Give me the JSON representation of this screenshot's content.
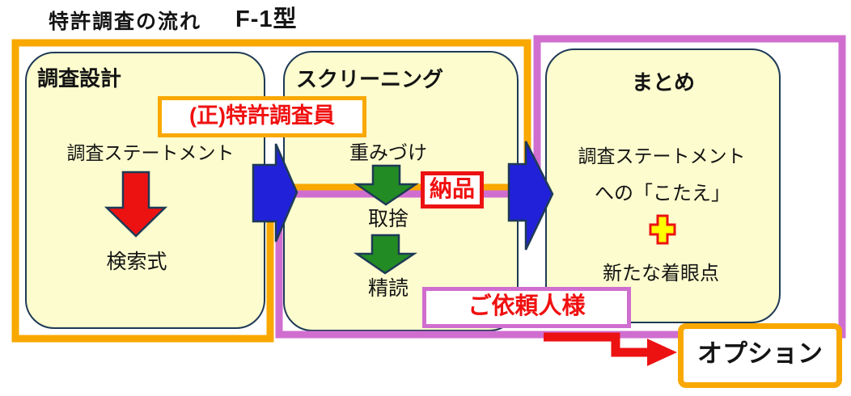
{
  "header": {
    "title": "特許調査の流れ",
    "type_label": "F-1型"
  },
  "boxes": {
    "design": {
      "title": "調査設計",
      "items": [
        "調査ステートメント",
        "検索式"
      ]
    },
    "screening": {
      "title": "スクリーニング",
      "items": [
        "重みづけ",
        "取捨",
        "精読"
      ]
    },
    "summary": {
      "title": "まとめ",
      "items": [
        "調査ステートメント",
        "への「こたえ」",
        "新たな着眼点"
      ]
    }
  },
  "labels": {
    "examiner": "(正)特許調査員",
    "delivery": "納品",
    "client": "ご依頼人様",
    "option": "オプション"
  },
  "icons": {
    "red_down_arrow": "down-arrow",
    "green_down_arrows": "down-arrow",
    "blue_flow_arrows": "right-arrow",
    "plus": "plus",
    "option_arrow": "elbow-right-arrow"
  },
  "colors": {
    "orange": "#F9A800",
    "pink": "#D06ED0",
    "blue": "#2121D9",
    "green": "#238B23",
    "red": "#EC1212",
    "box_fill": "#FCFCCE",
    "box_border": "#1E3A56",
    "text_red": "#F01010",
    "plus_yellow": "#FFFF00",
    "text_black": "#141414"
  }
}
